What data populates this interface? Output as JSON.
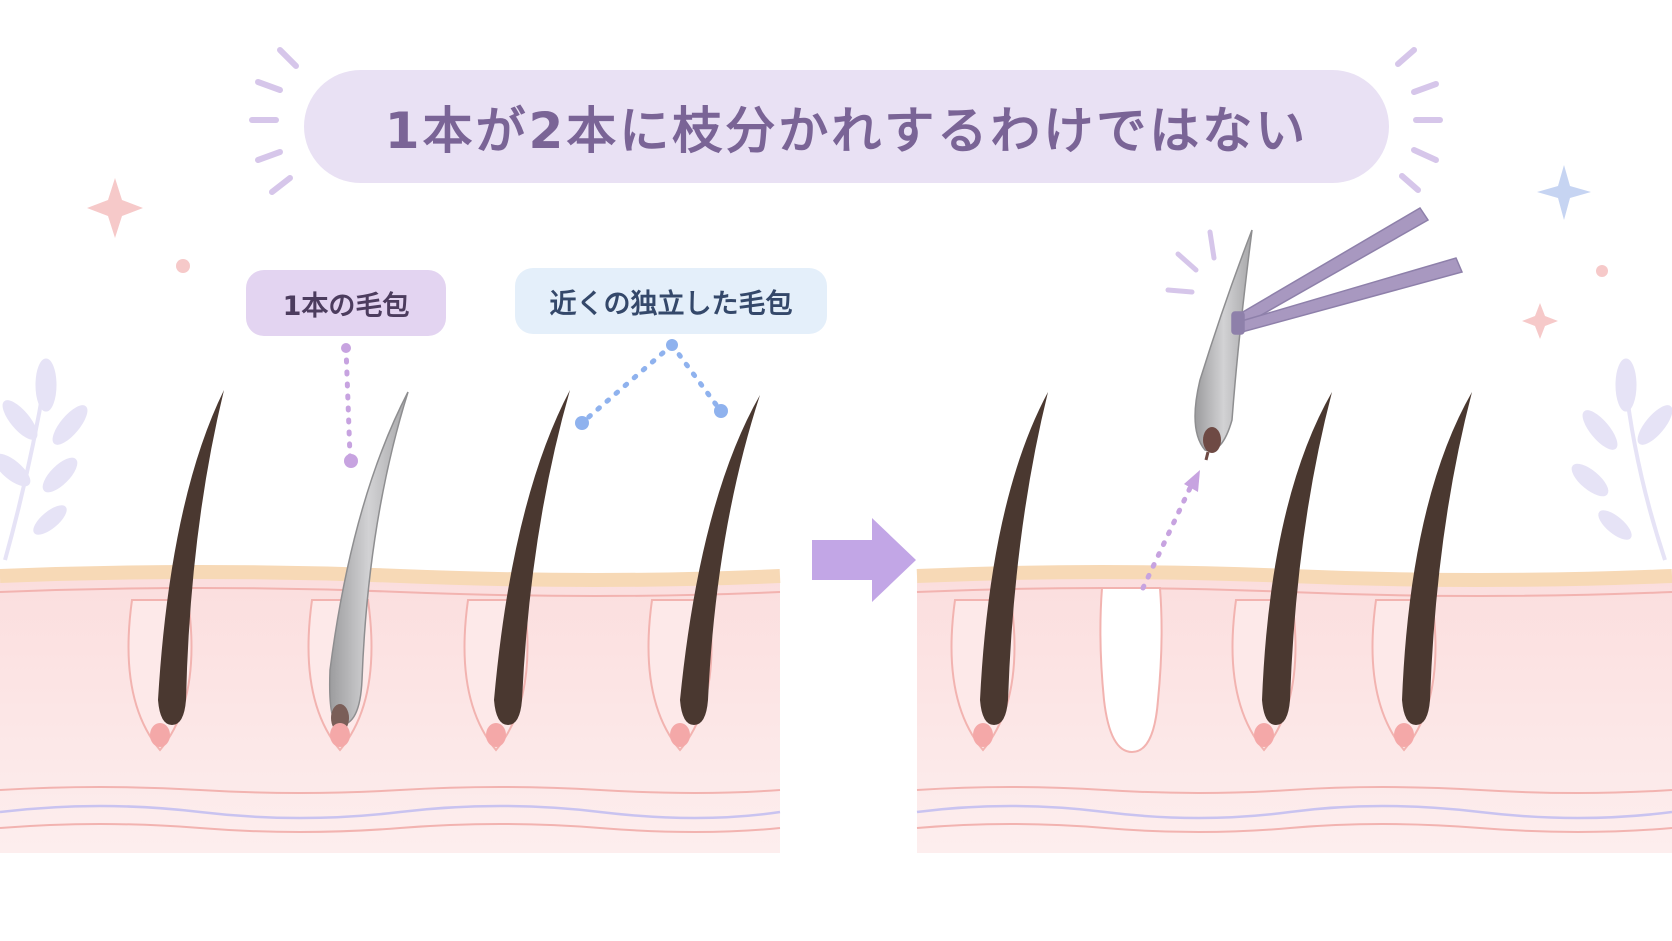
{
  "title": "1本が2本に枝分かれするわけではない",
  "labels": {
    "single_follicle": "1本の毛包",
    "nearby_follicles": "近くの独立した毛包"
  },
  "colors": {
    "title_bg": "#e9e1f4",
    "title_text": "#7a6496",
    "label_purple_bg": "#e3d4f1",
    "label_blue_bg": "#e4effa",
    "arrow": "#c2a6e6",
    "skin": "#fbe3e3",
    "skin_line": "#f2b3b0",
    "dark_hair": "#4a3830",
    "gray_hair": "#b4b4b6",
    "tweezers": "#a898c0"
  },
  "icons": [
    "right-arrow-icon",
    "tweezers-icon",
    "sparkle-icon",
    "leaf-sprig-icon"
  ]
}
